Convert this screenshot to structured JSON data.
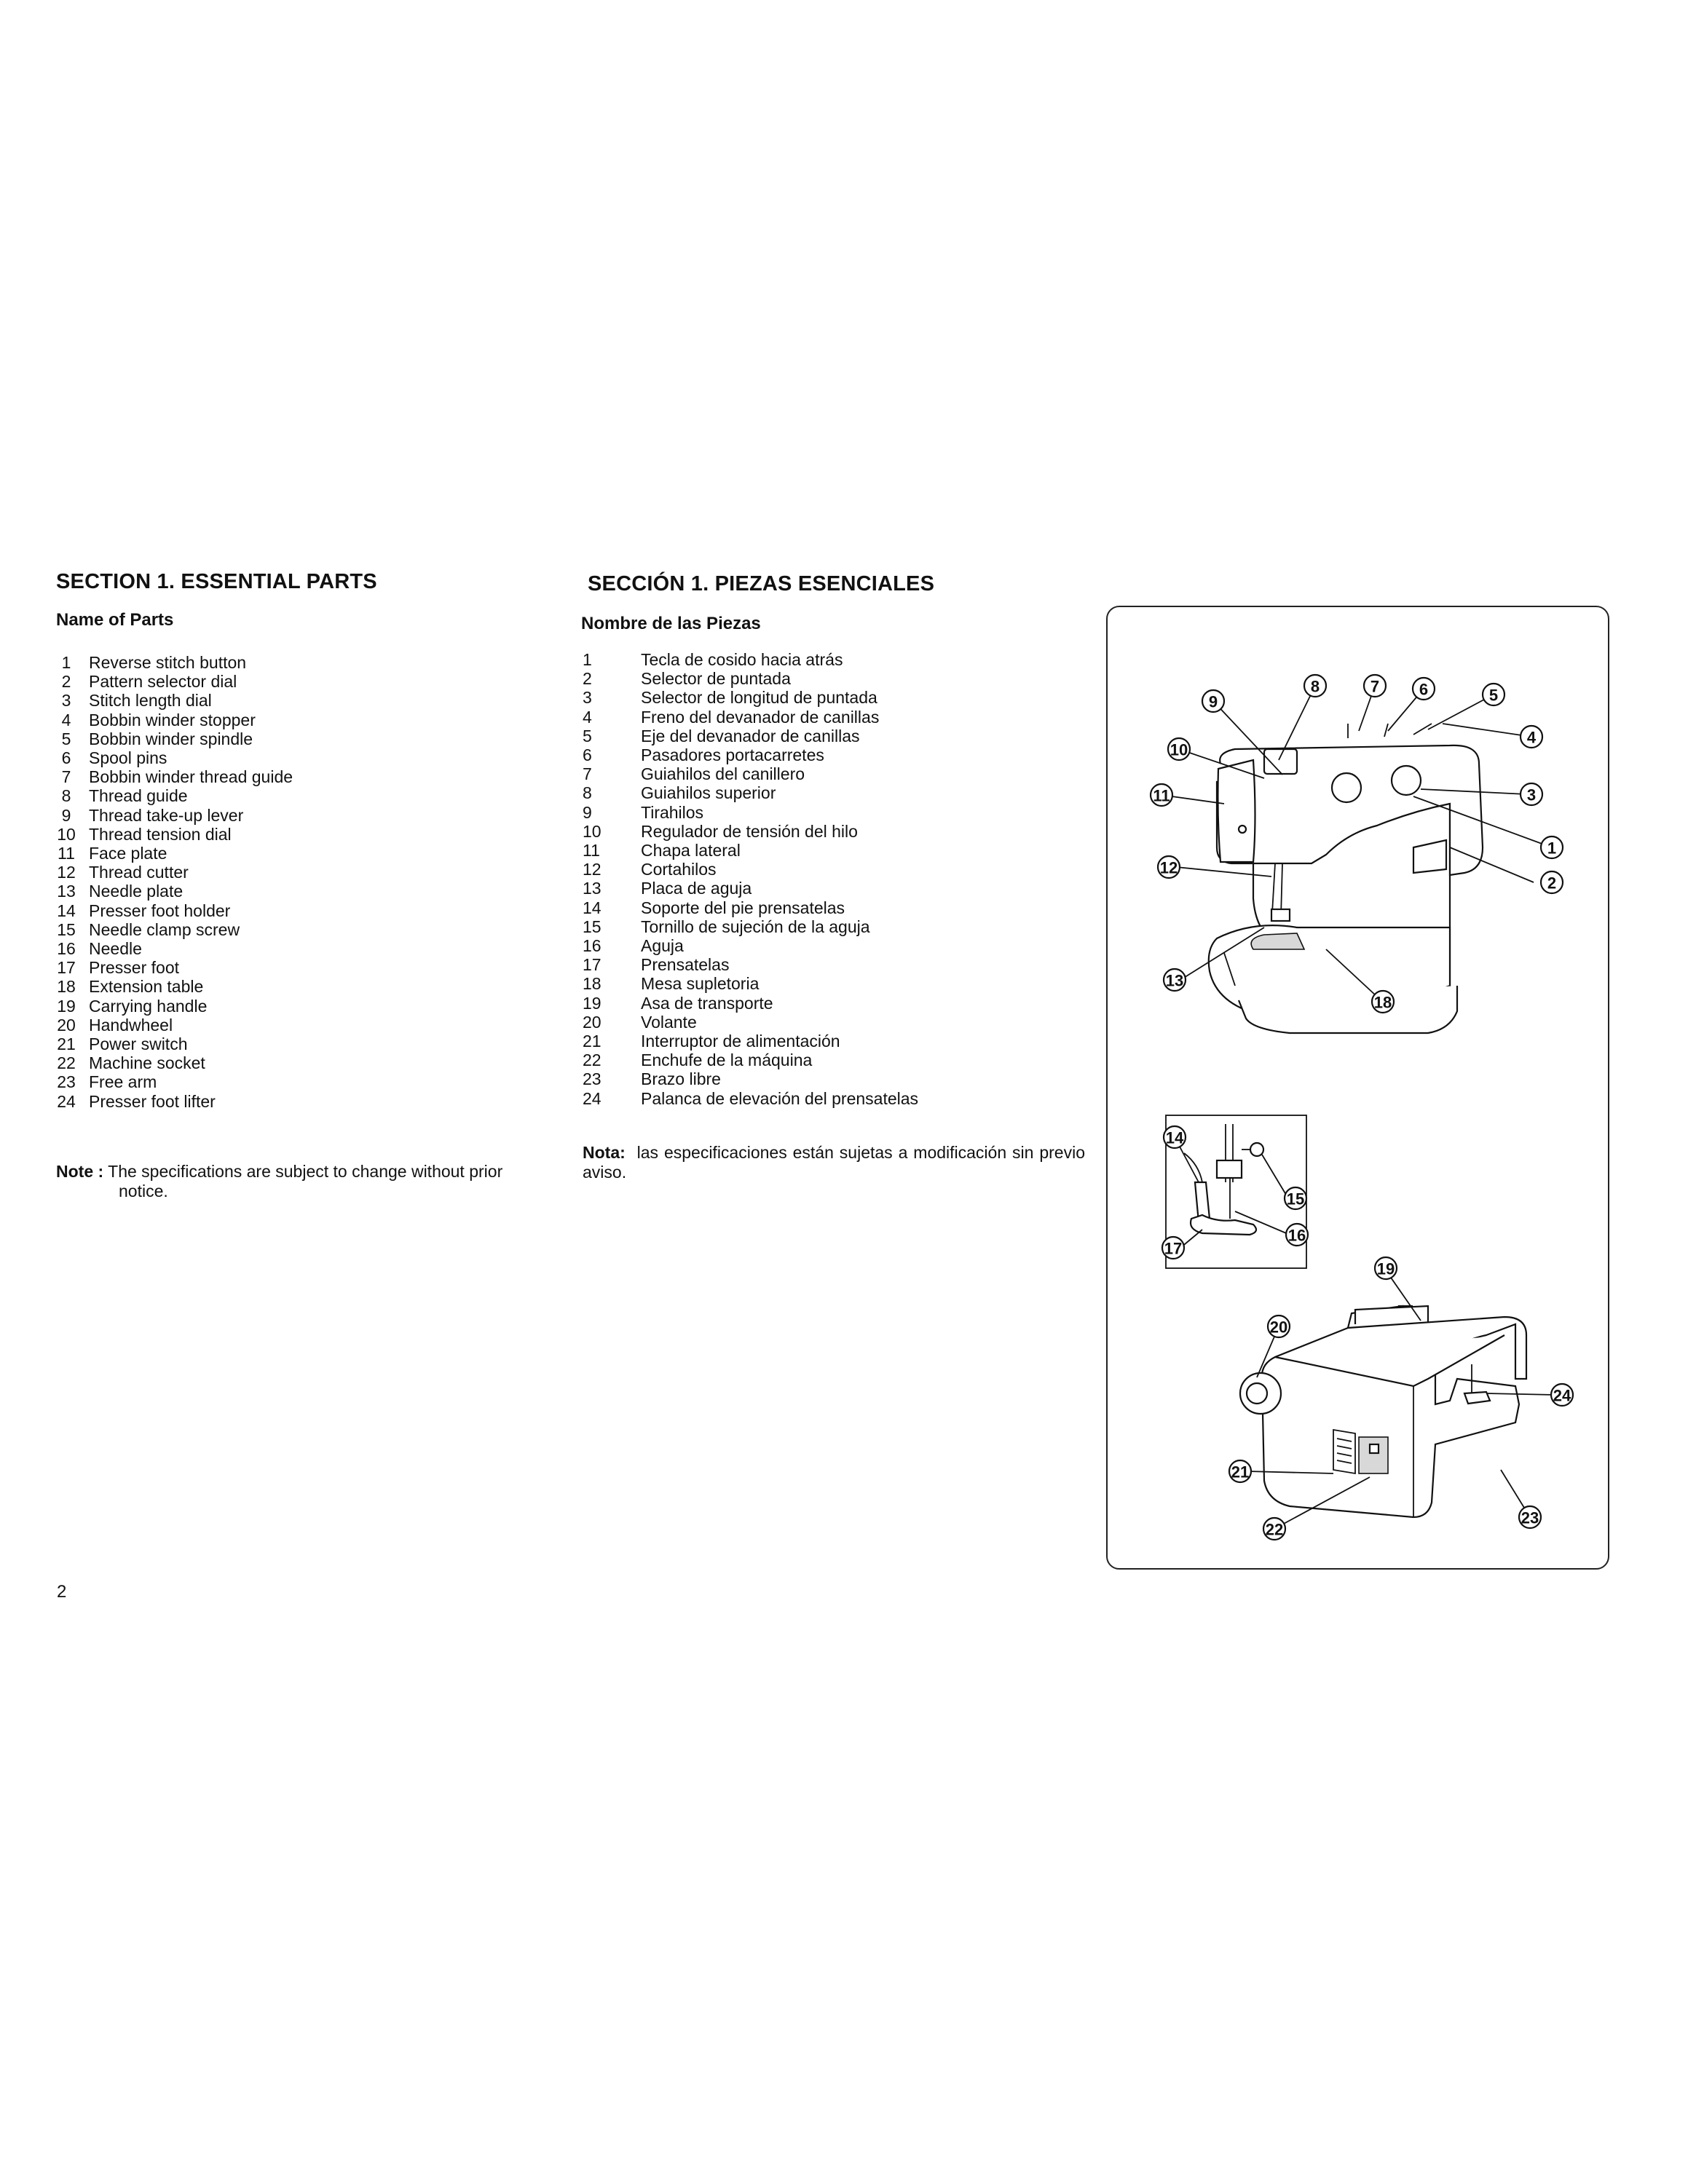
{
  "english": {
    "section_title": "SECTION 1. ESSENTIAL PARTS",
    "subtitle": "Name of Parts",
    "parts": [
      {
        "num": "1",
        "name": "Reverse stitch button"
      },
      {
        "num": "2",
        "name": "Pattern selector dial"
      },
      {
        "num": "3",
        "name": "Stitch length dial"
      },
      {
        "num": "4",
        "name": "Bobbin winder stopper"
      },
      {
        "num": "5",
        "name": "Bobbin winder spindle"
      },
      {
        "num": "6",
        "name": "Spool pins"
      },
      {
        "num": "7",
        "name": "Bobbin winder thread guide"
      },
      {
        "num": "8",
        "name": "Thread guide"
      },
      {
        "num": "9",
        "name": "Thread take-up lever"
      },
      {
        "num": "10",
        "name": "Thread tension dial"
      },
      {
        "num": "11",
        "name": "Face plate"
      },
      {
        "num": "12",
        "name": "Thread cutter"
      },
      {
        "num": "13",
        "name": "Needle plate"
      },
      {
        "num": "14",
        "name": "Presser foot holder"
      },
      {
        "num": "15",
        "name": "Needle clamp screw"
      },
      {
        "num": "16",
        "name": "Needle"
      },
      {
        "num": "17",
        "name": "Presser foot"
      },
      {
        "num": "18",
        "name": "Extension table"
      },
      {
        "num": "19",
        "name": "Carrying handle"
      },
      {
        "num": "20",
        "name": "Handwheel"
      },
      {
        "num": "21",
        "name": "Power switch"
      },
      {
        "num": "22",
        "name": "Machine socket"
      },
      {
        "num": "23",
        "name": "Free arm"
      },
      {
        "num": "24",
        "name": "Presser foot lifter"
      }
    ],
    "note_label": "Note :",
    "note_line1": "The specifications are subject to change without prior",
    "note_line2": "notice."
  },
  "spanish": {
    "section_title": "SECCIÓN 1. PIEZAS ESENCIALES",
    "subtitle": "Nombre de las Piezas",
    "parts": [
      {
        "num": "1",
        "name": "Tecla de cosido hacia atrás"
      },
      {
        "num": "2",
        "name": "Selector de puntada"
      },
      {
        "num": "3",
        "name": "Selector de longitud de puntada"
      },
      {
        "num": "4",
        "name": "Freno del devanador de canillas"
      },
      {
        "num": "5",
        "name": "Eje del devanador de canillas"
      },
      {
        "num": "6",
        "name": "Pasadores portacarretes"
      },
      {
        "num": "7",
        "name": "Guiahilos del canillero"
      },
      {
        "num": "8",
        "name": "Guiahilos superior"
      },
      {
        "num": "9",
        "name": "Tirahilos"
      },
      {
        "num": "10",
        "name": "Regulador de tensión del hilo"
      },
      {
        "num": "11",
        "name": "Chapa lateral"
      },
      {
        "num": "12",
        "name": "Cortahilos"
      },
      {
        "num": "13",
        "name": "Placa de aguja"
      },
      {
        "num": "14",
        "name": "Soporte del pie prensatelas"
      },
      {
        "num": "15",
        "name": "Tornillo de sujeción de la aguja"
      },
      {
        "num": "16",
        "name": "Aguja"
      },
      {
        "num": "17",
        "name": "Prensatelas"
      },
      {
        "num": "18",
        "name": "Mesa supletoria"
      },
      {
        "num": "19",
        "name": "Asa de transporte"
      },
      {
        "num": "20",
        "name": "Volante"
      },
      {
        "num": "21",
        "name": "Interruptor de alimentación"
      },
      {
        "num": "22",
        "name": "Enchufe de la máquina"
      },
      {
        "num": "23",
        "name": "Brazo libre"
      },
      {
        "num": "24",
        "name": "Palanca de elevación del prensatelas"
      }
    ],
    "note_label": "Nota:",
    "note_text": "las especificaciones están sujetas a modificación sin previo aviso."
  },
  "figure": {
    "callouts": [
      "1",
      "2",
      "3",
      "4",
      "5",
      "6",
      "7",
      "8",
      "9",
      "10",
      "11",
      "12",
      "13",
      "14",
      "15",
      "16",
      "17",
      "18",
      "19",
      "20",
      "21",
      "22",
      "23",
      "24"
    ]
  },
  "page_number": "2"
}
